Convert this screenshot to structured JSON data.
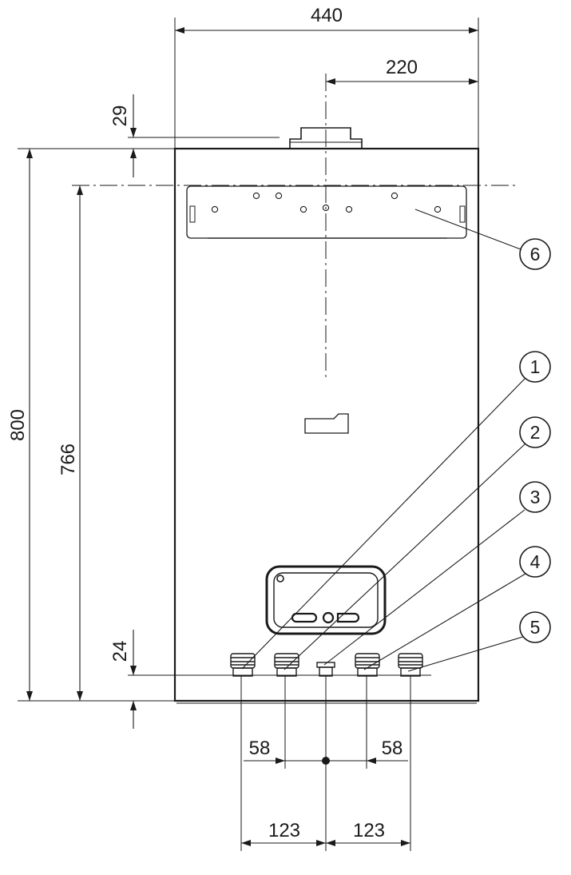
{
  "dimensions": {
    "overall_width": "440",
    "half_width": "220",
    "top_offset": "29",
    "overall_height": "800",
    "bracket_height": "766",
    "bottom_offset": "24",
    "inner_left_spacing": "58",
    "inner_right_spacing": "58",
    "outer_left_spacing": "123",
    "outer_right_spacing": "123"
  },
  "callouts": [
    {
      "number": "1"
    },
    {
      "number": "2"
    },
    {
      "number": "3"
    },
    {
      "number": "4"
    },
    {
      "number": "5"
    },
    {
      "number": "6"
    }
  ],
  "icons": {
    "ink_color": "#1a1a1a"
  }
}
